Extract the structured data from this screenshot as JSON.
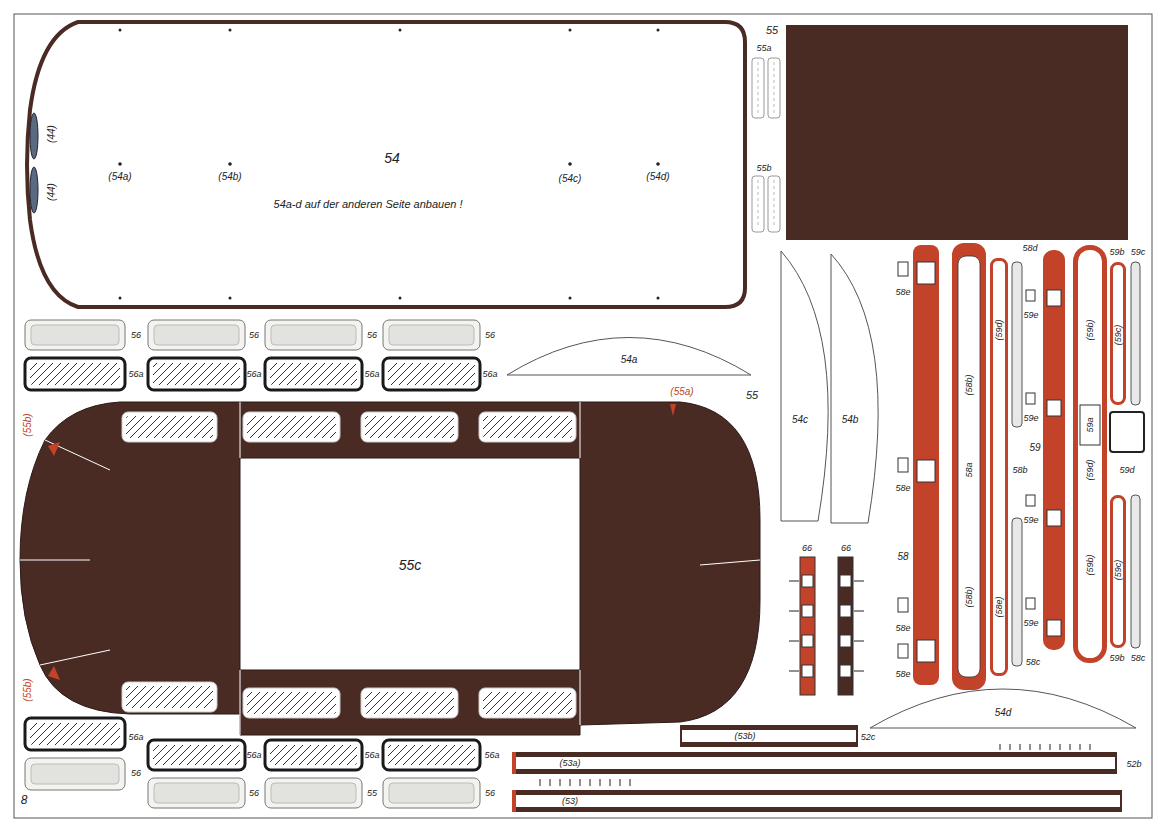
{
  "diagram": {
    "nodes": [
      {
        "text": [
          "54",
          "(54a)",
          "(54b)",
          "(54c)",
          "(54d)",
          "54a-d auf der anderen Seite anbauen !",
          "(44)",
          "(44)"
        ]
      },
      {
        "text": [
          "55"
        ]
      },
      {
        "text": [
          "54a"
        ]
      },
      {
        "text": [
          "54c"
        ]
      },
      {
        "text": [
          "54b"
        ]
      },
      {
        "text": [
          "(55b)",
          "(55a)",
          "55",
          "55c",
          "(55b)"
        ]
      },
      {
        "text": [
          "58"
        ]
      },
      {
        "text": [
          "(58b)",
          "58a",
          "(58b)"
        ]
      },
      {
        "text": [
          "(59d)",
          "58b",
          "(58e)"
        ]
      },
      {
        "text": [
          "59"
        ]
      },
      {
        "text": [
          "(59b)",
          "59a",
          "(59d)",
          "(59b)"
        ]
      },
      {
        "text": [
          "(59c)"
        ]
      },
      {
        "text": [
          "(59c)"
        ]
      },
      {
        "text": [
          "54d"
        ]
      },
      {
        "text": [
          "(53b)"
        ]
      },
      {
        "text": [
          "(53a)"
        ]
      },
      {
        "text": [
          "(53)"
        ]
      }
    ],
    "labels": [
      "55a",
      "55b",
      "56",
      "56",
      "56",
      "56",
      "56a",
      "56a",
      "56a",
      "56a",
      "58e",
      "58d",
      "59b",
      "59c",
      "59e",
      "59e",
      "58e",
      "59d",
      "59e",
      "58e",
      "59e",
      "58c",
      "58e",
      "59b",
      "58c",
      "66",
      "66",
      "56a",
      "56a",
      "56a",
      "56a",
      "52c",
      "52b",
      "56",
      "56",
      "55",
      "56",
      "8"
    ]
  }
}
